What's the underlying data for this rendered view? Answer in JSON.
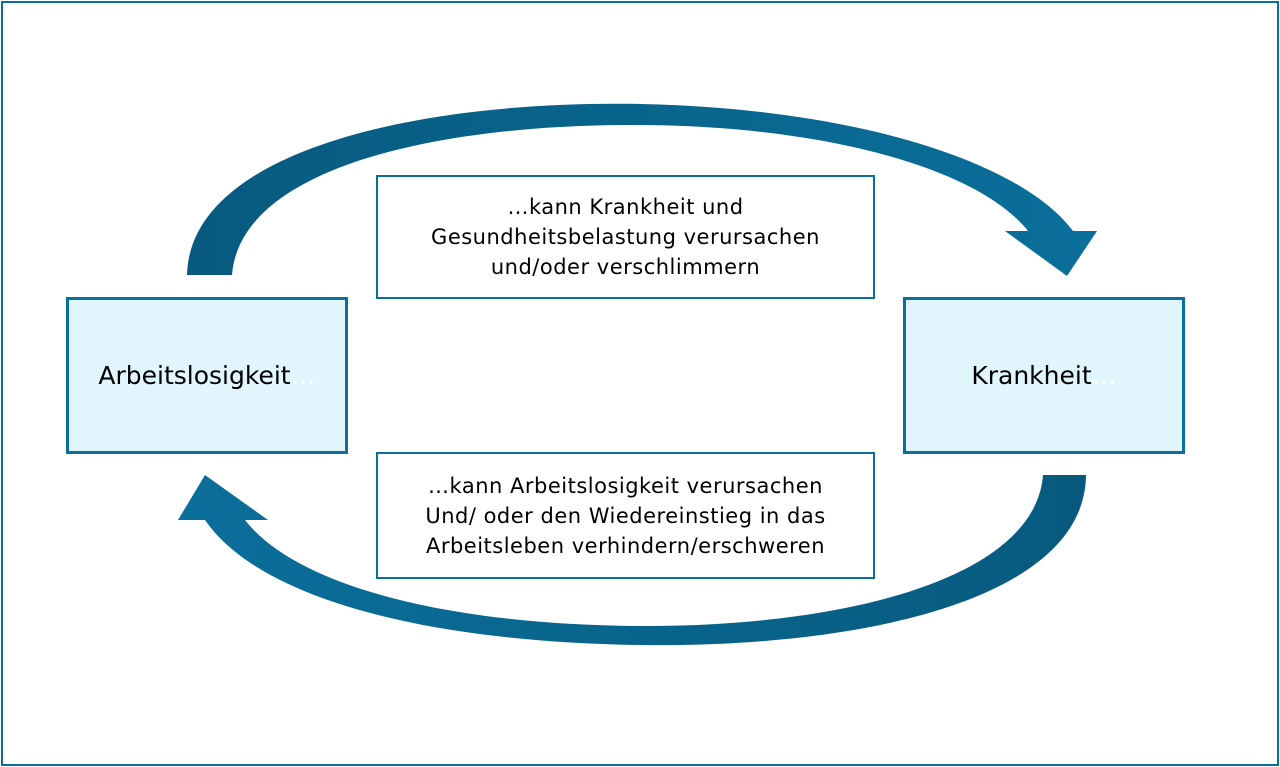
{
  "colors": {
    "accent": "#0a6f9a",
    "accent_dark": "#075a7e",
    "box_fill": "#e0f5fc"
  },
  "left_box": {
    "label": "Arbeitslosigkeit",
    "suffix": "…"
  },
  "right_box": {
    "label": "Krankheit",
    "suffix": "…"
  },
  "top_note": {
    "lines": [
      "…kann Krankheit und",
      "Gesundheitsbelastung verursachen",
      "und/oder verschlimmern"
    ]
  },
  "bottom_note": {
    "lines": [
      "…kann Arbeitslosigkeit verursachen",
      "Und/ oder den Wiedereinstieg in das",
      "Arbeitsleben verhindern/erschweren"
    ]
  }
}
